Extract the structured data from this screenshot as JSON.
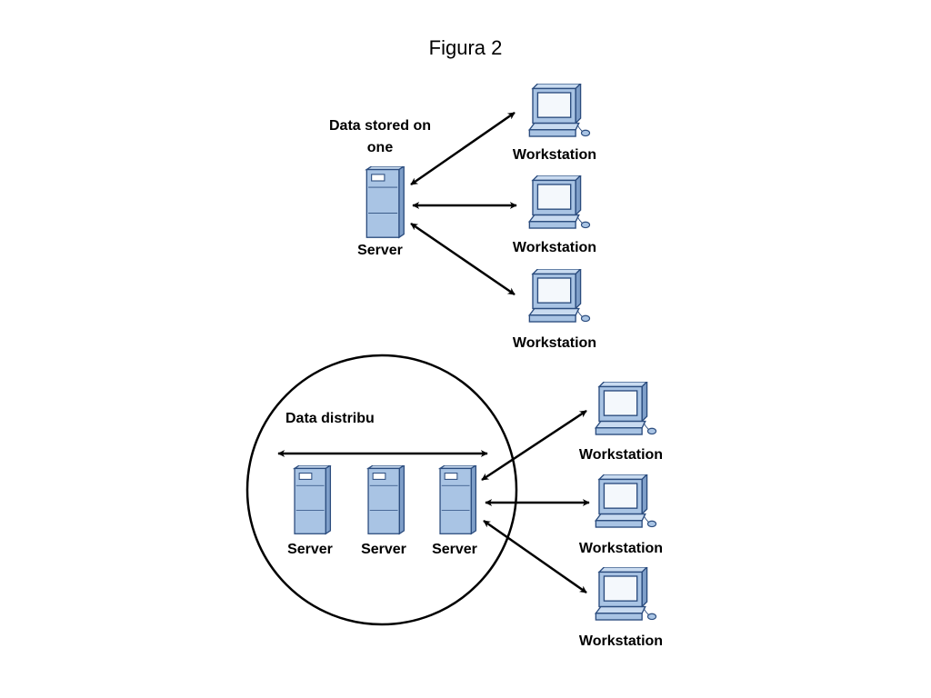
{
  "slide": {
    "title": "Figura 2"
  },
  "top": {
    "caption_line1": "Data stored on",
    "caption_line2": "one",
    "server_label": "Server",
    "workstations": [
      "Workstation",
      "Workstation",
      "Workstation"
    ]
  },
  "bottom": {
    "caption": "Data distribu",
    "servers": [
      "Server",
      "Server",
      "Server"
    ],
    "workstations": [
      "Workstation",
      "Workstation",
      "Workstation"
    ]
  },
  "colors": {
    "device_fill": "#a9c4e4",
    "device_stroke": "#2b4c7e",
    "screen_fill": "#f4f8fc",
    "line": "#000000"
  },
  "icons": {
    "server": "server-tower-icon",
    "workstation": "computer-workstation-icon"
  }
}
